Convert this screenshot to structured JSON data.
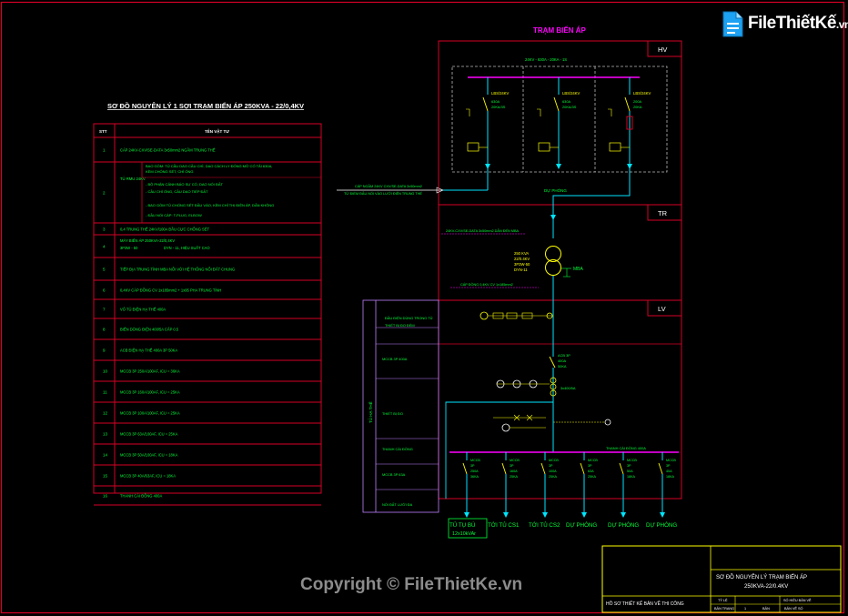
{
  "logo": {
    "brand": "FileThiếtKế",
    "tld": ".vn"
  },
  "copyright": "Copyright © FileThietKe.vn",
  "left": {
    "title": "SƠ ĐỒ NGUYÊN LÝ 1 SỢI TRẠM BIẾN ÁP 250KVA - 22/0,4KV",
    "headers": [
      "STT",
      "TÊN VẬT TƯ"
    ],
    "rows": [
      {
        "no": "1",
        "text": "CÁP 24KV-CXV/SE-DATA 3x50mm2 NGẦM TRUNG THẾ"
      },
      {
        "no": "2",
        "text": "TỦ RMU 24KV"
      },
      {
        "no": "3",
        "text": "0,4 TRUNG THẾ 24KV/100A ĐẦU CỰC CHỐNG SÉT"
      },
      {
        "no": "4",
        "text": "MÁY BIẾN ÁP 250KVA-22/0,4KV · DYN-11, HIỆU SUẤT CAO"
      },
      {
        "no": "5",
        "text": "TIẾP ĐỊA TRUNG TÍNH MBA NỐI VỚI HỆ THỐNG NỐI ĐẤT CHUNG"
      },
      {
        "no": "6",
        "text": "0,4KV CÁP ĐỒNG CV 1x185mm2 + 1x95 PHA TRUNG TÍNH"
      },
      {
        "no": "7",
        "text": "VỎ TỦ ĐIỆN HẠ THẾ 400A"
      },
      {
        "no": "8",
        "text": "BIẾN DÒNG ĐIỆN 400/5A CẤP 0.5"
      },
      {
        "no": "9",
        "text": "ACB ĐIỆN HẠ THẾ 400A 3P 50KA"
      },
      {
        "no": "10",
        "text": "MCCB 3P 250A/100AF, ICU = 36KA"
      },
      {
        "no": "11",
        "text": "MCCB 3P 160A/100AF, ICU = 25KA"
      },
      {
        "no": "12",
        "text": "MCCB 3P 100A/100AF, ICU = 25KA"
      },
      {
        "no": "13",
        "text": "MCCB 3P 63A/100AF, ICU = 25KA"
      },
      {
        "no": "14",
        "text": "MCCB 3P 50A/100AF, ICU = 18KA"
      },
      {
        "no": "15",
        "text": "MCCB 3P 40A/63AF, ICU = 18KA"
      },
      {
        "no": "16",
        "text": "THANH CÁI ĐỒNG 400A"
      }
    ],
    "row2_sub": "TỦ RMU 24KV",
    "row2_lines": [
      "BAO GỒM: TỦ CẦU DAO CẦU CHÌ, DAO CÁCH LY ĐÓNG MỞ CÓ TẢI 630A,",
      "KÈM CHỐNG SÉT, CHÌ ỐNG",
      "- BỘ PHẬN CẢNH BÁO SỰ CỐ, DAO NỐI ĐẤT",
      "- CẦU CHÌ ỐNG, CẦU DAO TIẾP ĐẤT",
      "- BAO GỒM TỦ CHỐNG SÉT ĐẦU VÀO, KÈM CHỈ THỊ ĐIỆN ÁP, DẪN KHÔNG",
      "- ĐẦU NỐI CÁP: T-PLUG, ELBOW"
    ],
    "row4_lines": [
      "MÁY BIẾN ÁP 250KVA-22/0,4KV",
      "3P3W - 50",
      "DYN - 11, HIỆU SUẤT CAO"
    ]
  },
  "diagram": {
    "title": "TRẠM BIẾN ÁP",
    "sections": [
      "HV",
      "TR",
      "LV"
    ],
    "rmu_header": "24KV - 630A - 20KA - 1S",
    "breakers": [
      {
        "name": "LBS/24KV",
        "rating": "630A",
        "spec": "20KA/3S"
      },
      {
        "name": "LBS/24KV",
        "rating": "630A",
        "spec": "20KA/3S"
      },
      {
        "name": "LBS/24KV",
        "rating": "200A",
        "spec": "20KA"
      }
    ],
    "spare_hv": "DỰ PHÒNG",
    "incoming1": "CÁP NGẦM 24KV CXV/SE-DATA 3x50mm2",
    "incoming2": "TỪ ĐIỂM ĐẤU NỐI VÀO LƯỚI ĐIỆN TRUNG THẾ",
    "tr_cable": "24KV-CXV/SE-DATA 3x50mm2 DẪN ĐẾN MBA",
    "transformer": [
      "250 KVA",
      "22/0.4KV",
      "3P3W-50",
      "DYN-11"
    ],
    "transformer_label": "MBA",
    "lv_cable": "CÁP ĐỒNG 0,4KV CV 1x185mm2",
    "left_labels": [
      "ĐẦU ĐIỆN DÙNG TRONG TỦ",
      "THIẾT BỊ ĐO ĐẾM",
      "MCCB 3P 400A",
      "THIẾT BỊ ĐO",
      "THANH CÁI ĐỒNG",
      "MCCB 3P 63A",
      "NỐI ĐẤT LƯỚI ĐA"
    ],
    "vertical_label": "TỦ HẠ THẾ",
    "acb": [
      "ACB 3P",
      "400A",
      "50KA"
    ],
    "ct": "3x400/5A",
    "busbar": "THANH CÁI ĐỒNG 400A",
    "feeders": [
      {
        "name": "MCCB",
        "poles": "3P",
        "rating": "250A",
        "spec": "36KA"
      },
      {
        "name": "MCCB",
        "poles": "3P",
        "rating": "160A",
        "spec": "25KA"
      },
      {
        "name": "MCCB",
        "poles": "3P",
        "rating": "100A",
        "spec": "25KA"
      },
      {
        "name": "MCCB",
        "poles": "3P",
        "rating": "63A",
        "spec": "25KA"
      },
      {
        "name": "MCCB",
        "poles": "3P",
        "rating": "50A",
        "spec": "18KA"
      },
      {
        "name": "MCCB",
        "poles": "3P",
        "rating": "40A",
        "spec": "18KA"
      }
    ],
    "outputs": [
      "TỦ TỤ BÙ",
      "TỚI TỦ CS1",
      "TỚI TỦ CS2",
      "DỰ PHÒNG",
      "DỰ PHÒNG",
      "DỰ PHÒNG"
    ],
    "output0_sub": "12x10kVAr"
  },
  "titleblock": {
    "title1": "SƠ ĐỒ NGUYÊN LÝ TRẠM BIẾN ÁP",
    "title2": "250KVA-22/0.4KV",
    "left": "HỒ SƠ THIẾT KẾ BẢN VẼ THI CÔNG",
    "r1": [
      "TỶ LỆ",
      "SỐ HIỆU BẢN VẼ"
    ],
    "r2": [
      "BẢN TRANG",
      "1",
      "BẢN",
      "BẢN VẼ SỐ"
    ]
  },
  "colors": {
    "frame": "#d60026",
    "cyan": "#00e5ff",
    "green": "#00ff3a",
    "yellow": "#ffff00",
    "magenta": "#ff00ff",
    "white": "#ffffff",
    "purple": "#c080ff"
  }
}
